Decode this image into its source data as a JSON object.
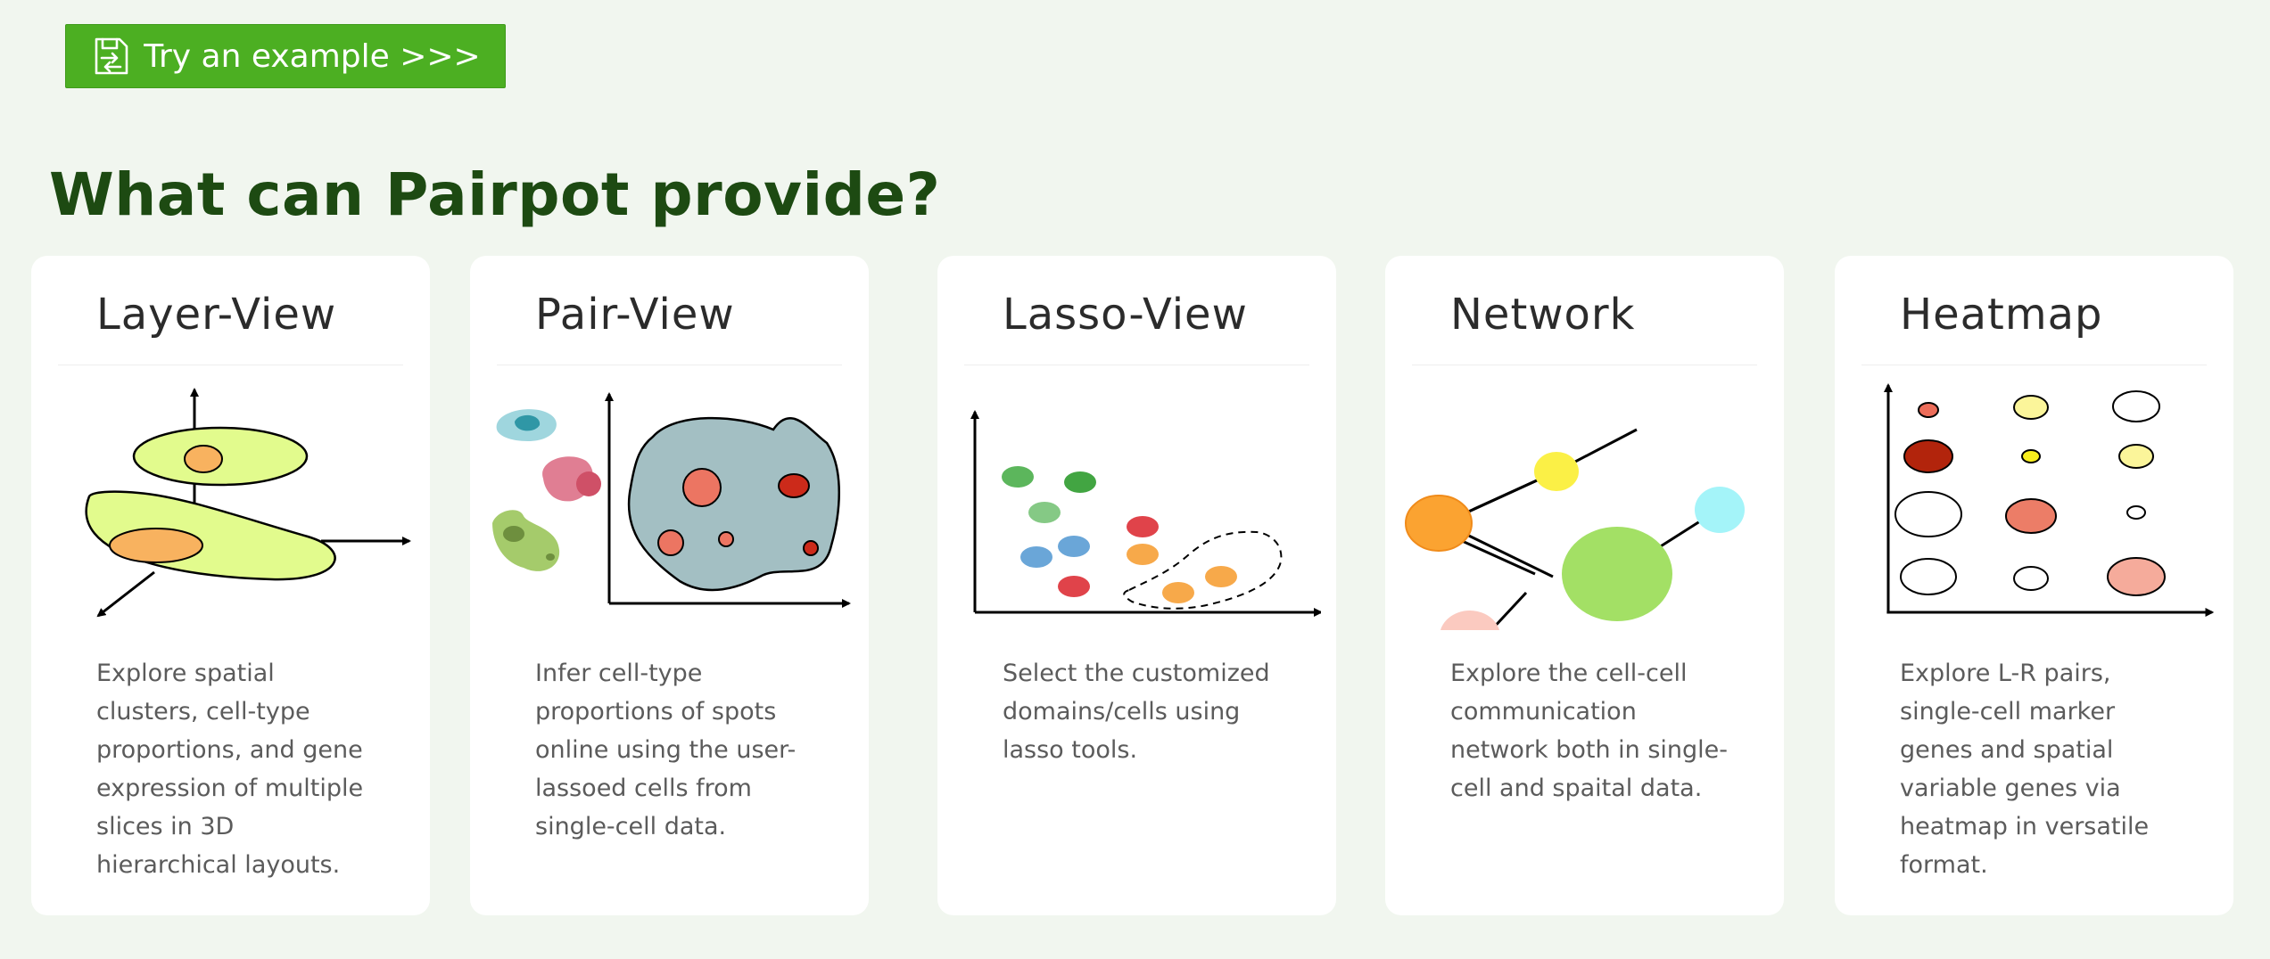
{
  "try_button": {
    "label": "Try an example >>>",
    "icon": "save-transfer-icon"
  },
  "section_title": "What can Pairpot provide?",
  "colors": {
    "accent": "#4caf22",
    "heading": "#1d4a12",
    "background": "#f1f6ef"
  },
  "cards": [
    {
      "title": "Layer-View",
      "description": "Explore spatial clusters, cell-type proportions, and gene expression of multiple slices in 3D hierarchical layouts."
    },
    {
      "title": "Pair-View",
      "description": "Infer cell-type proportions of spots online using the user-lassoed cells from single-cell data."
    },
    {
      "title": "Lasso-View",
      "description": "Select the customized domains/cells using lasso tools."
    },
    {
      "title": "Network",
      "description": "Explore the cell-cell communication network both in single-cell and spaital data."
    },
    {
      "title": "Heatmap",
      "description": "Explore L-R pairs, single-cell marker genes and spatial variable genes via heatmap in versatile format."
    }
  ]
}
